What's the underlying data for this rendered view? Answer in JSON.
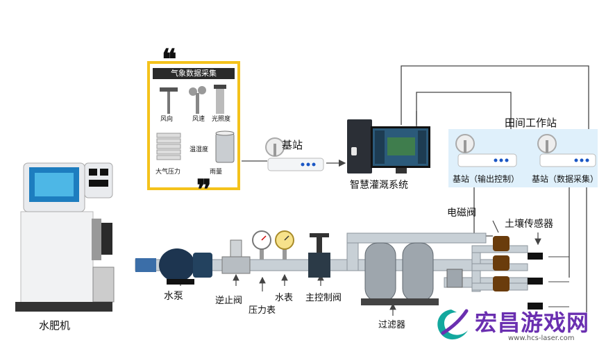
{
  "weather": {
    "title": "气象数据采集",
    "items": [
      "风向",
      "风速",
      "光照度",
      "温湿度",
      "大气压力",
      "雨量"
    ]
  },
  "base_station": {
    "label": "基站"
  },
  "system": {
    "label": "智慧灌溉系统"
  },
  "field_station": {
    "label": "田间工作站",
    "stations": [
      "基站（输出控制）",
      "基站（数据采集）"
    ]
  },
  "devices": {
    "solenoid": "电磁阀",
    "soil_sensor": "土壤传感器",
    "fertigation": "水肥机",
    "pump": "水泵",
    "check_valve": "逆止阀",
    "pressure_gauge": "压力表",
    "water_meter": "水表",
    "main_valve": "主控制阀",
    "filter": "过滤器"
  },
  "watermark": {
    "brand": "宏昌游戏网",
    "url": "www.hcs-laser.com"
  },
  "colors": {
    "yellow_frame": "#f4c21b",
    "station_bg": "#dff0fb",
    "pipe": "#c8d0d6",
    "line": "#555555",
    "watermark": "#6a2fb0",
    "watermark_teal": "#13a89e"
  }
}
